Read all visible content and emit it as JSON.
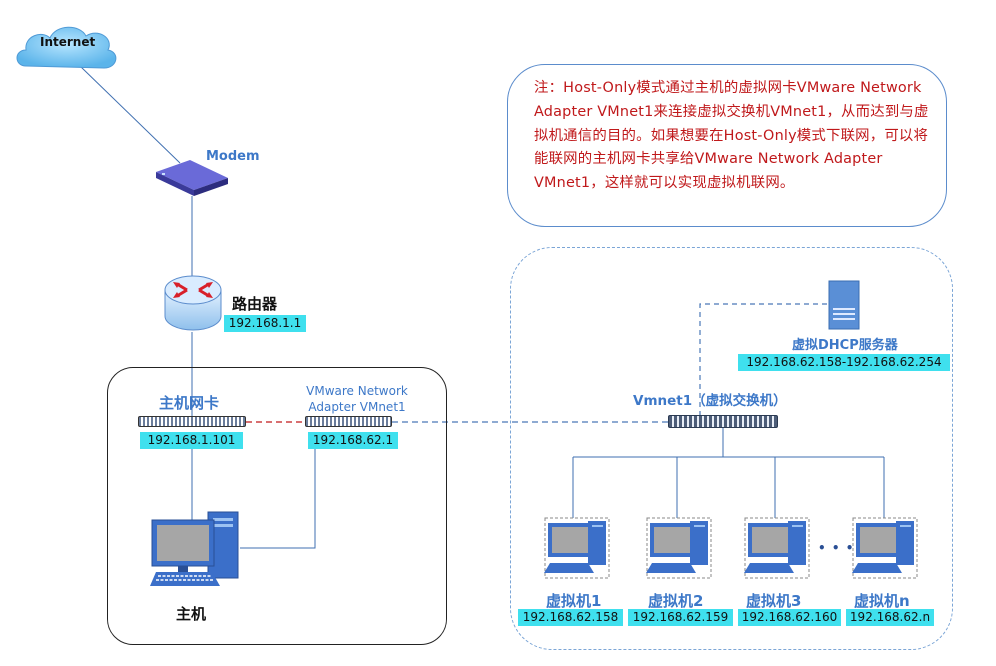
{
  "internet": {
    "label": "Internet"
  },
  "modem": {
    "label": "Modem"
  },
  "router": {
    "label": "路由器",
    "ip": "192.168.1.1"
  },
  "note": {
    "text": "注：Host-Only模式通过主机的虚拟网卡VMware Network Adapter VMnet1来连接虚拟交换机VMnet1，从而达到与虚拟机通信的目的。如果想要在Host-Only模式下联网，可以将能联网的主机网卡共享给VMware Network Adapter VMnet1，这样就可以实现虚拟机联网。"
  },
  "host": {
    "nic_label": "主机网卡",
    "nic_ip": "192.168.1.101",
    "vmnet_adapter_label_line1": "VMware Network",
    "vmnet_adapter_label_line2": "Adapter VMnet1",
    "vmnet_adapter_ip": "192.168.62.1",
    "computer_label": "主机"
  },
  "dhcp": {
    "label": "虚拟DHCP服务器",
    "range": "192.168.62.158-192.168.62.254"
  },
  "switch": {
    "label": "Vmnet1（虚拟交换机）"
  },
  "ellipsis": "• • •",
  "vms": [
    {
      "name": "虚拟机1",
      "ip": "192.168.62.158"
    },
    {
      "name": "虚拟机2",
      "ip": "192.168.62.159"
    },
    {
      "name": "虚拟机3",
      "ip": "192.168.62.160"
    },
    {
      "name": "虚拟机n",
      "ip": "192.168.62.n"
    }
  ],
  "colors": {
    "ip_bg": "#3fe0ee",
    "note_text": "#c0191b",
    "blue_label": "#3d78c8",
    "dashed_link": "#c0191b",
    "dashed_blue": "#4a78b8"
  }
}
